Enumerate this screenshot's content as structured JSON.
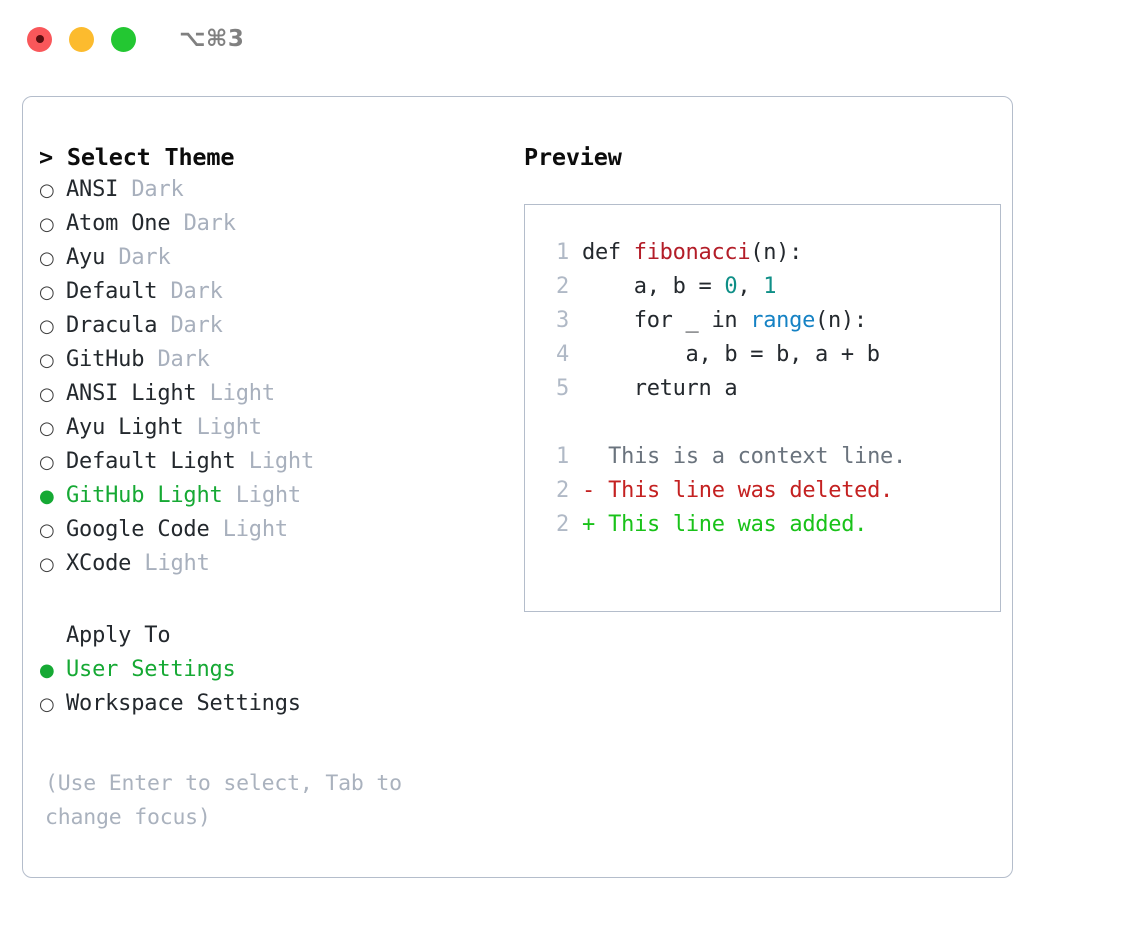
{
  "titlebar": {
    "shortcut": "⌥⌘3",
    "buttons": [
      "close",
      "minimize",
      "maximize"
    ]
  },
  "colors": {
    "accent_green": "#16a934",
    "muted": "#a8b0bd",
    "border": "#b4bdcb",
    "text": "#23282d",
    "func": "#b31d28",
    "number": "#0f8f87",
    "builtin": "#1582c4",
    "diff_add": "#19c219",
    "diff_del": "#c42121",
    "diff_ctx": "#6a737d"
  },
  "theme_section": {
    "header": "> Select Theme",
    "items": [
      {
        "bullet": "○",
        "label": "ANSI",
        "tag": "Dark",
        "selected": false
      },
      {
        "bullet": "○",
        "label": "Atom One",
        "tag": "Dark",
        "selected": false
      },
      {
        "bullet": "○",
        "label": "Ayu",
        "tag": "Dark",
        "selected": false
      },
      {
        "bullet": "○",
        "label": "Default",
        "tag": "Dark",
        "selected": false
      },
      {
        "bullet": "○",
        "label": "Dracula",
        "tag": "Dark",
        "selected": false
      },
      {
        "bullet": "○",
        "label": "GitHub",
        "tag": "Dark",
        "selected": false
      },
      {
        "bullet": "○",
        "label": "ANSI Light",
        "tag": "Light",
        "selected": false
      },
      {
        "bullet": "○",
        "label": "Ayu Light",
        "tag": "Light",
        "selected": false
      },
      {
        "bullet": "○",
        "label": "Default Light",
        "tag": "Light",
        "selected": false
      },
      {
        "bullet": "●",
        "label": "GitHub Light",
        "tag": "Light",
        "selected": true
      },
      {
        "bullet": "○",
        "label": "Google Code",
        "tag": "Light",
        "selected": false
      },
      {
        "bullet": "○",
        "label": "XCode",
        "tag": "Light",
        "selected": false
      }
    ]
  },
  "apply_section": {
    "header": "Apply To",
    "items": [
      {
        "bullet": "●",
        "label": "User Settings",
        "selected": true
      },
      {
        "bullet": "○",
        "label": "Workspace Settings",
        "selected": false
      }
    ]
  },
  "hint": "(Use Enter to select, Tab to change focus)",
  "preview": {
    "title": "Preview",
    "code_lines": [
      {
        "number": "1",
        "parts": [
          {
            "text": "def ",
            "style": "plain"
          },
          {
            "text": "fibonacci",
            "style": "func"
          },
          {
            "text": "(n):",
            "style": "plain"
          }
        ]
      },
      {
        "number": "2",
        "parts": [
          {
            "text": "    a, b = ",
            "style": "plain"
          },
          {
            "text": "0",
            "style": "num"
          },
          {
            "text": ", ",
            "style": "plain"
          },
          {
            "text": "1",
            "style": "num"
          }
        ]
      },
      {
        "number": "3",
        "parts": [
          {
            "text": "    for _ in ",
            "style": "plain"
          },
          {
            "text": "range",
            "style": "builtin"
          },
          {
            "text": "(n):",
            "style": "plain"
          }
        ]
      },
      {
        "number": "4",
        "parts": [
          {
            "text": "        a, b = b, a + b",
            "style": "plain"
          }
        ]
      },
      {
        "number": "5",
        "parts": [
          {
            "text": "    return a",
            "style": "plain"
          }
        ]
      }
    ],
    "diff_lines": [
      {
        "number": "1",
        "sign": " ",
        "text": " This is a context line.",
        "kind": "context"
      },
      {
        "number": "2",
        "sign": "-",
        "text": " This line was deleted.",
        "kind": "deleted"
      },
      {
        "number": "2",
        "sign": "+",
        "text": " This line was added.",
        "kind": "added"
      }
    ]
  }
}
